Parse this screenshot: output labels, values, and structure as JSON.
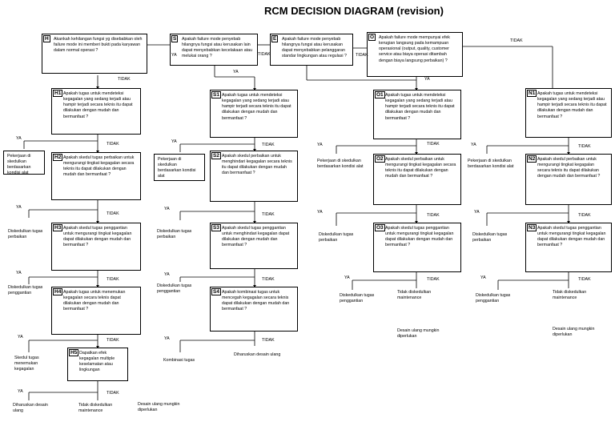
{
  "title": "RCM DECISION DIAGRAM (revision)",
  "nodes": {
    "H": {
      "tag": "H",
      "text": "Akankah kehilangan fungsi yg disebabkan oleh failure mode ini memberi bukti pada karyawan dalam normal operasi ?"
    },
    "S": {
      "tag": "S",
      "text": "Apakah failure mode penyebab hilangnya fungsi atau kerusakan lain dapat menyebabkan kecelakaan atau melukai orang ?"
    },
    "E": {
      "tag": "E",
      "text": "Apakah failure mode penyebab hilangnya fungsi  atau kerusakan dapat menyebabkan pelanggaran standar lingkungan atau regulasi ?"
    },
    "O": {
      "tag": "O",
      "text": "Apakah failure mode mempunyai efek kerugian langsung pada kemampuan operasional (output, quality, customer service atau biaya operasi ditambah dengan biaya langsung perbaikan) ?"
    },
    "H1": {
      "tag": "H1",
      "text": "Apakah tugas untuk mendeteksi kegagalan yang sedang terjadi atau hampir terjadi secara teknis itu dapat dilakukan dengan mudah dan bermanfaat ?"
    },
    "S1": {
      "tag": "S1",
      "text": "Apakah tugas untuk mendeteksi kegagalan yang sedang terjadi atau hampir terjadi secara teknis itu dapat dilakukan dengan mudah dan bermanfaat ?"
    },
    "O1": {
      "tag": "O1",
      "text": "Apakah tugas untuk mendeteksi kegagalan yang sedang terjadi atau hampir terjadi secara teknis itu dapat dilakukan dengan mudah dan bermanfaat ?"
    },
    "N1": {
      "tag": "N1",
      "text": "Apakah tugas untuk mendeteksi kegagalan yang sedang terjadi atau hampir terjadi secara teknis itu dapat dilakukan dengan mudah dan bermanfaat ?"
    },
    "H2": {
      "tag": "H2",
      "text": "Apakah skedul tugas perbaikan untuk mengurangi tingkat kegagalan secara teknis itu dapat dilakukan dengan mudah dan bermanfaat ?"
    },
    "S2": {
      "tag": "S2",
      "text": "Apakah skedul perbaikan untuk menghindari kegagalan secara teknis itu dapat dilakukan dengan mudah dan bermanfaat ?"
    },
    "O2": {
      "tag": "O2",
      "text": "Apakah skedul perbaikan untuk mengurangi tingkat kegagalan secara teknis itu dapat dilakukan dengan mudah dan bermanfaat ?"
    },
    "N2": {
      "tag": "N2",
      "text": "Apakah skedul perbaikan untuk mengurangi tingkat kegagalan secara teknis itu dapat dilakukan dengan mudah dan bermanfaat ?"
    },
    "H3": {
      "tag": "H3",
      "text": "Apakah skedul tugas penggantian untuk mengurangi tingkat kegagalan dapat dilakukan dengan mudah dan bermanfaat ?"
    },
    "S3": {
      "tag": "S3",
      "text": "Apakah skedul tugas penggantian untuk menghindari kegagalan dapat dilakukan dengan mudah dan bermanfaat ?"
    },
    "O3": {
      "tag": "O3",
      "text": "Apakah skedul tugas penggantian untuk mengurangi tingkat kegagalan dapat dilakukan dengan mudah dan bermanfaat ?"
    },
    "N3": {
      "tag": "N3",
      "text": "Apakah skedul tugas penggantian untuk mengurangi tingkat kegagalan dapat dilakukan dengan mudah dan bermanfaat ?"
    },
    "H4": {
      "tag": "H4",
      "text": "Apakah tugas untuk menemukan kegagalan secara teknis dapat dilakukan dengan mudah dan bermanfaat ?"
    },
    "S4": {
      "tag": "S4",
      "text": "Apakah kombinasi tugas untuk mencegah kegagalan secara teknis dapat dilakukan dengan mudah dan bermanfaat ?"
    },
    "H5": {
      "tag": "H5",
      "text": "Dapatkan efek kegagalan multiple keselamatan atau lingkungan"
    }
  },
  "results": {
    "H1": "Pekerjaan di skedulkan berdasarkan kondisi alat",
    "H2": "Diskedulkan tugas perbaikan",
    "H3": "Diskedulkan tugas penggantian",
    "H4": "Skedul tugas menemukan kegagalan",
    "H5yes": "Diharuskan desain ulang",
    "H5no": "Tidak diskedulkan maintenance",
    "Hend": "Desain ulang mungkin diperlukan",
    "S1": "Pekerjaan di skedulkan berdasarkan kondisi alat",
    "S2": "Diskedulkan tugas perbaikan",
    "S3": "Diskedulkan tugas penggantian",
    "S4yes": "Kombinasi tugas",
    "S4no": "Diharuskan desain ulang",
    "O1": "Pekerjaan di skedulkan berdasarkan kondisi alat",
    "O2": "Diskedulkan tugas perbaikan",
    "O3yes": "Diskedulkan tugas penggantian",
    "O3no": "Tidak diskedulkan maintenance",
    "Oend": "Desain ulang mungkin diperlukan",
    "N1": "Pekerjaan di skedulkan berdasarkan kondisi alat",
    "N2": "Diskedulkan tugas perbaikan",
    "N3yes": "Diskedulkan tugas penggantian",
    "N3no": "Tidak diskedulkan maintenance",
    "Nend": "Desain ulang mungkin diperlukan"
  },
  "labels": {
    "yes": "YA",
    "no": "TIDAK"
  }
}
